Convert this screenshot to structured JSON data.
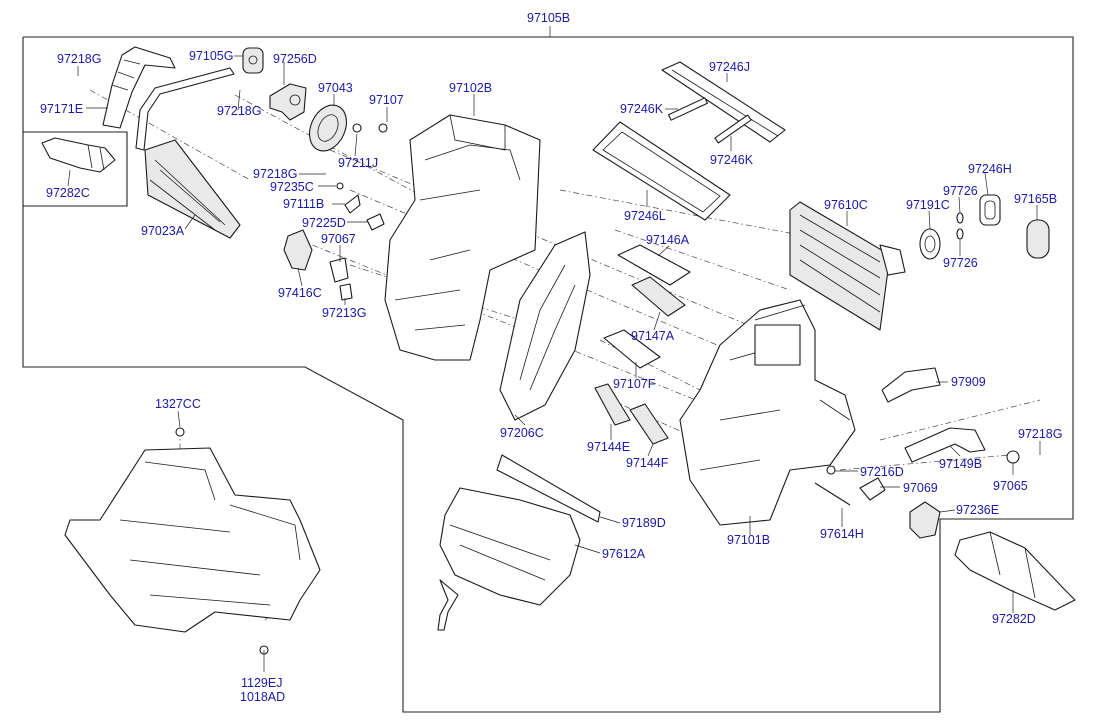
{
  "labels": {
    "p97105B": "97105B",
    "p97218G_1": "97218G",
    "p97105G": "97105G",
    "p97256D": "97256D",
    "p97171E": "97171E",
    "p97218G_2": "97218G",
    "p97043": "97043",
    "p97107": "97107",
    "p97102B": "97102B",
    "p97246J": "97246J",
    "p97246K_1": "97246K",
    "p97246K_2": "97246K",
    "p97211J": "97211J",
    "p97282C": "97282C",
    "p97218G_3": "97218G",
    "p97235C": "97235C",
    "p97111B": "97111B",
    "p97246L": "97246L",
    "p97246H": "97246H",
    "p97726_1": "97726",
    "p97165B": "97165B",
    "p97610C": "97610C",
    "p97191C": "97191C",
    "p97023A": "97023A",
    "p97225D": "97225D",
    "p97067": "97067",
    "p97146A": "97146A",
    "p97726_2": "97726",
    "p97416C": "97416C",
    "p97213G": "97213G",
    "p97147A": "97147A",
    "p97107F": "97107F",
    "p97909": "97909",
    "p1327CC": "1327CC",
    "p97206C": "97206C",
    "p97144E": "97144E",
    "p97218G_4": "97218G",
    "p97144F": "97144F",
    "p97149B": "97149B",
    "p97216D": "97216D",
    "p97065": "97065",
    "p97069": "97069",
    "p97189D": "97189D",
    "p97236E": "97236E",
    "p97101B": "97101B",
    "p97614H": "97614H",
    "p97612A": "97612A",
    "p97282D": "97282D",
    "p1129EJ": "1129EJ",
    "p1018AD": "1018AD"
  },
  "colors": {
    "label": "#1a1aa8",
    "line": "#1a1a1a",
    "background": "#ffffff"
  }
}
